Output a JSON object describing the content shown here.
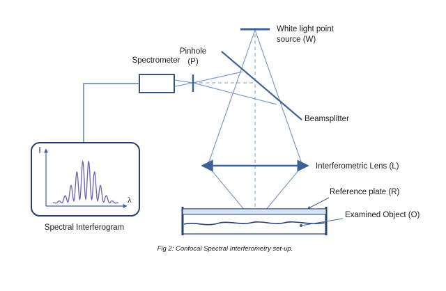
{
  "labels": {
    "source_line1": "White light point",
    "source_line2": "source (W)",
    "pinhole_line1": "Pinhole",
    "pinhole_line2": "(P)",
    "spectrometer": "Spectrometer",
    "beamsplitter": "Beamsplitter",
    "lens": "Interferometric Lens (L)",
    "reference_plate": "Reference plate (R)",
    "examined_object": "Examined Object (O)",
    "spectral_interferogram": "Spectral Interferogram",
    "y_axis_symbol": "I",
    "x_axis_symbol": "λ"
  },
  "caption": "Fig 2: Confocal Spectral Interferometry set-up.",
  "colors": {
    "beam": "#7a9ccc",
    "component": "#3f6296",
    "outline": "#25406e",
    "text": "#1a1a1a",
    "interferogram": "#6a5fb5",
    "reference_plate_fill": "#d5e3f3"
  }
}
